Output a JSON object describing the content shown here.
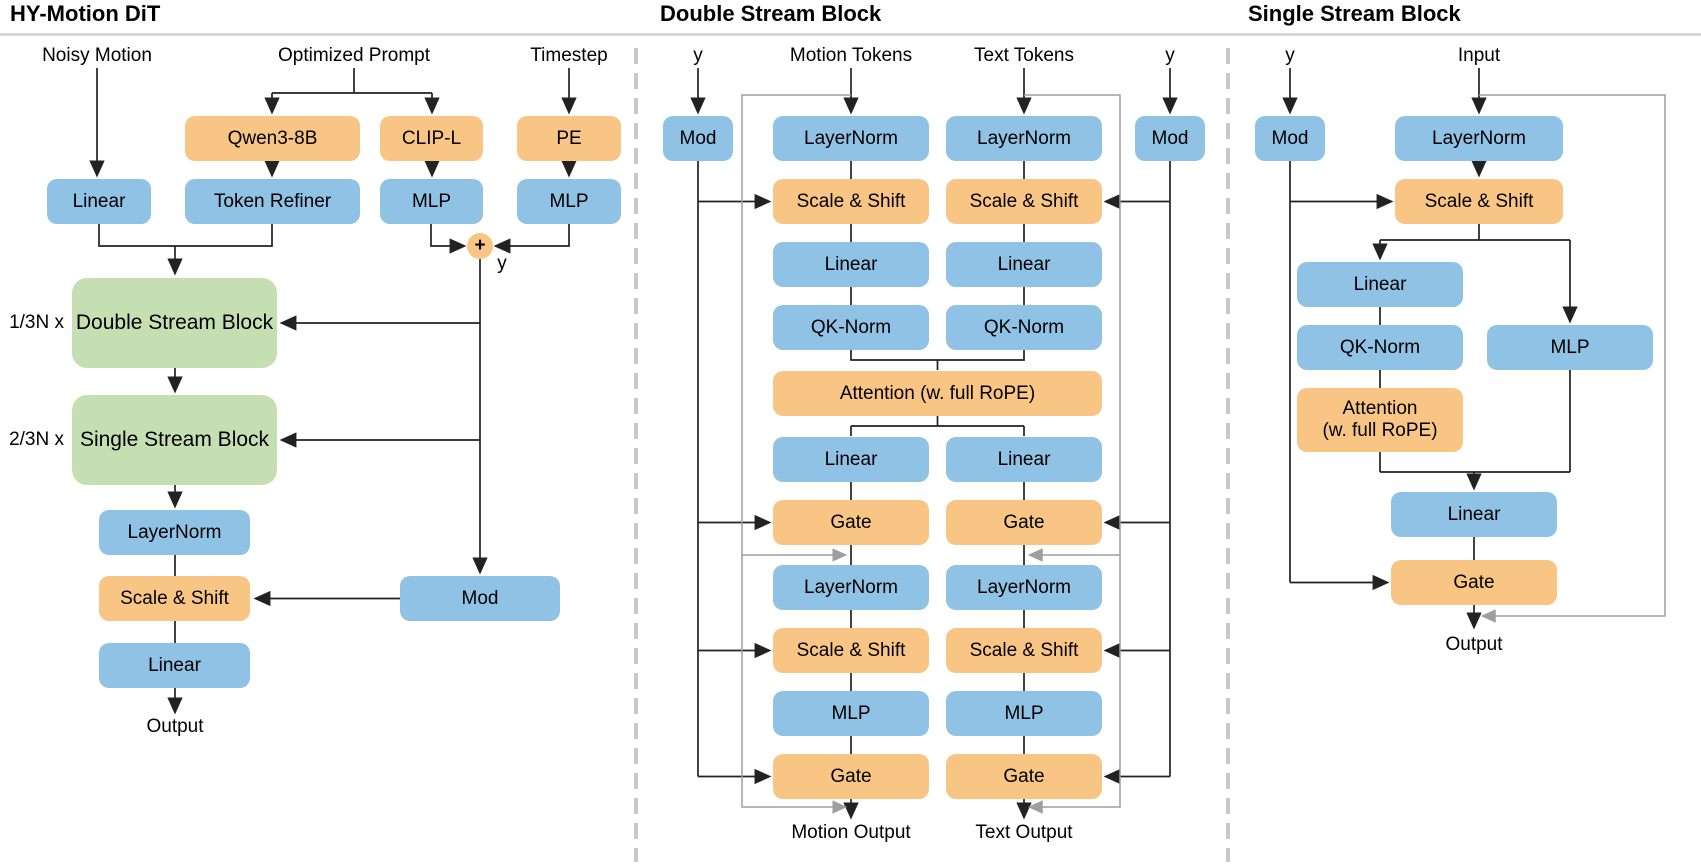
{
  "titles": {
    "left": "HY-Motion DiT",
    "middle": "Double Stream Block",
    "right": "Single Stream Block"
  },
  "palette": {
    "node_blue": "#8FC2E4",
    "node_orange": "#F9C584",
    "node_green": "#C5DFB3",
    "edge_black": "#222222",
    "edge_skip_gray": "#9E9E9E",
    "divider_gray": "#C9C9C9"
  },
  "left": {
    "inputs": {
      "noisy_motion": "Noisy Motion",
      "optimized_prompt": "Optimized Prompt",
      "timestep": "Timestep"
    },
    "nodes": {
      "qwen": "Qwen3-8B",
      "clip": "CLIP-L",
      "pe": "PE",
      "linear_in": "Linear",
      "token_refiner": "Token Refiner",
      "mlp_clip": "MLP",
      "mlp_time": "MLP",
      "double_stream": "Double Stream Block",
      "single_stream": "Single Stream Block",
      "layernorm": "LayerNorm",
      "scale_shift": "Scale & Shift",
      "linear_out": "Linear",
      "mod": "Mod"
    },
    "repeat_double": "1/3N x",
    "repeat_single": "2/3N x",
    "plus": "+",
    "y": "y",
    "output": "Output"
  },
  "middle": {
    "y_left": "y",
    "y_right": "y",
    "motion_tokens": "Motion Tokens",
    "text_tokens": "Text Tokens",
    "mod_left": "Mod",
    "mod_right": "Mod",
    "attention": "Attention (w. full RoPE)",
    "motion": {
      "layernorm1": "LayerNorm",
      "scale_shift1": "Scale & Shift",
      "linear1": "Linear",
      "qk_norm": "QK-Norm",
      "linear2": "Linear",
      "gate1": "Gate",
      "layernorm2": "LayerNorm",
      "scale_shift2": "Scale & Shift",
      "mlp": "MLP",
      "gate2": "Gate",
      "output": "Motion Output"
    },
    "text": {
      "layernorm1": "LayerNorm",
      "scale_shift1": "Scale & Shift",
      "linear1": "Linear",
      "qk_norm": "QK-Norm",
      "linear2": "Linear",
      "gate1": "Gate",
      "layernorm2": "LayerNorm",
      "scale_shift2": "Scale & Shift",
      "mlp": "MLP",
      "gate2": "Gate",
      "output": "Text Output"
    }
  },
  "right": {
    "y": "y",
    "input": "Input",
    "nodes": {
      "mod": "Mod",
      "layernorm": "LayerNorm",
      "scale_shift": "Scale & Shift",
      "linear_qkv": "Linear",
      "qk_norm": "QK-Norm",
      "attention_line1": "Attention",
      "attention_line2": "(w. full RoPE)",
      "mlp": "MLP",
      "linear_out": "Linear",
      "gate": "Gate"
    },
    "output": "Output"
  }
}
